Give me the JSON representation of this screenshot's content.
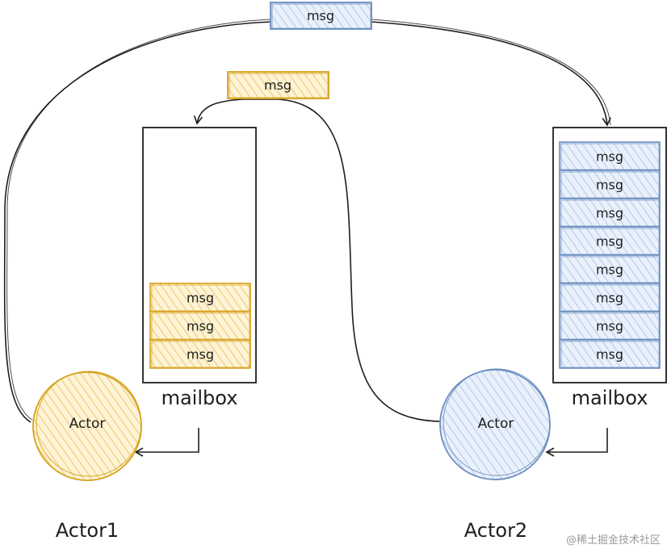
{
  "colors": {
    "yellow_stroke": "#d6a21e",
    "yellow_fill": "#fbe9b7",
    "blue_stroke": "#6c8ebf",
    "blue_fill": "#dae8fc",
    "line": "#1e1e1e"
  },
  "top_message": {
    "label": "msg"
  },
  "middle_message": {
    "label": "msg"
  },
  "mailbox_1": {
    "label": "mailbox",
    "messages": [
      "msg",
      "msg",
      "msg"
    ]
  },
  "mailbox_2": {
    "label": "mailbox",
    "messages": [
      "msg",
      "msg",
      "msg",
      "msg",
      "msg",
      "msg",
      "msg",
      "msg"
    ]
  },
  "actor_1": {
    "label": "Actor",
    "name": "Actor1"
  },
  "actor_2": {
    "label": "Actor",
    "name": "Actor2"
  },
  "watermark": "@稀土掘金技术社区"
}
